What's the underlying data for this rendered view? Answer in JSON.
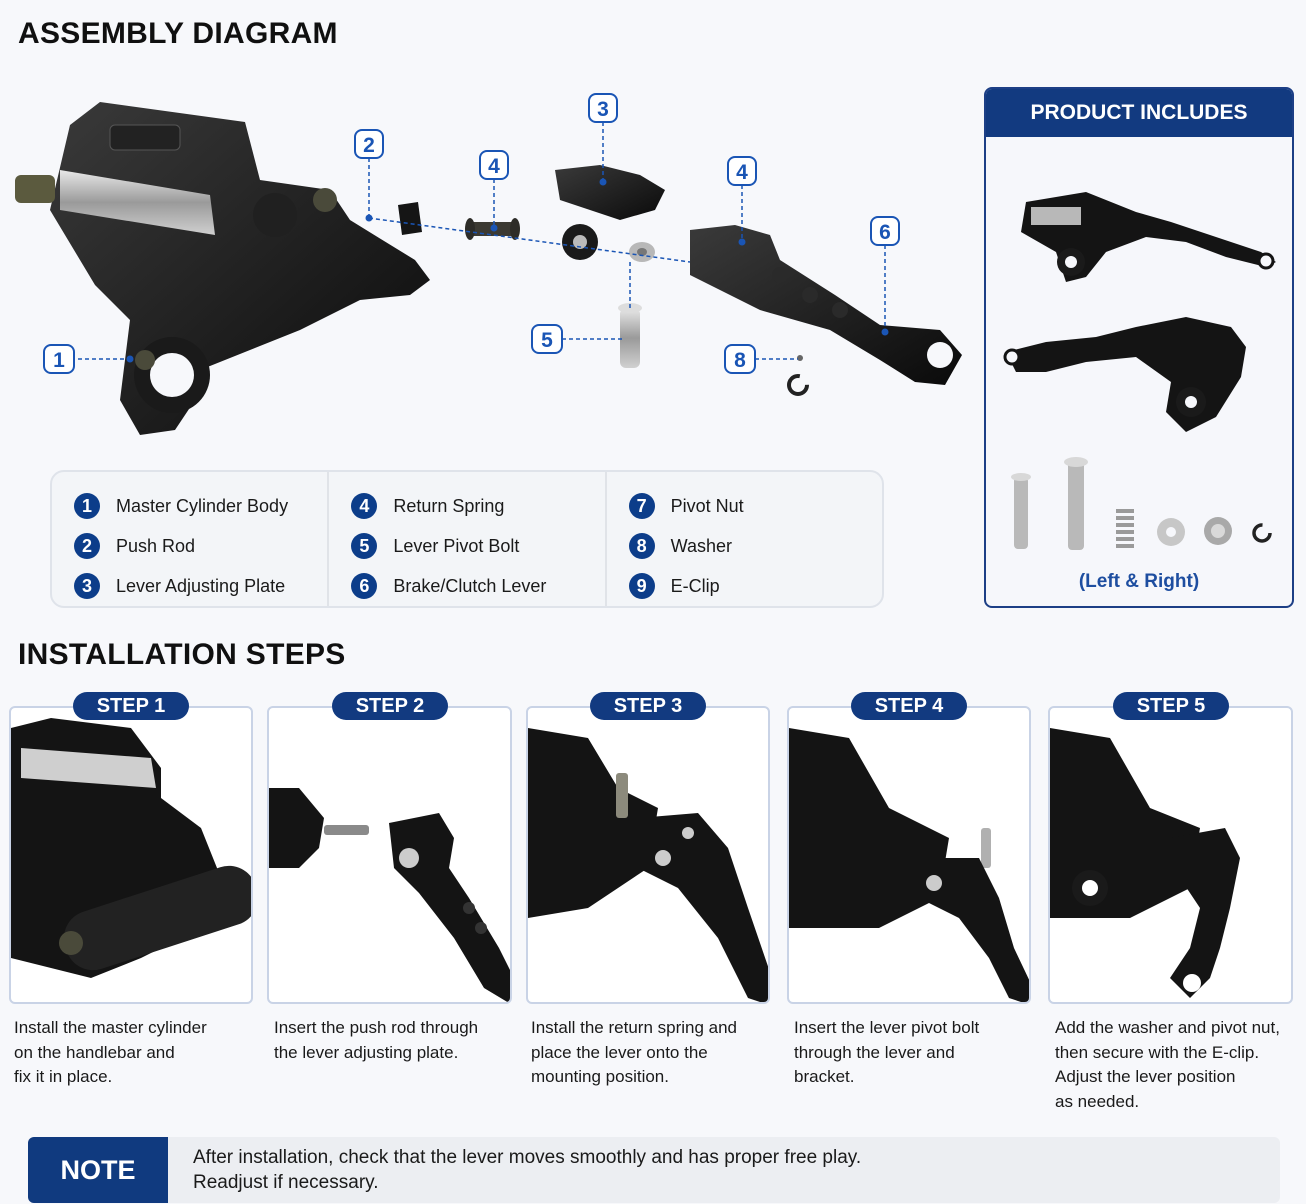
{
  "assembly": {
    "title": "ASSEMBLY DIAGRAM",
    "callouts": [
      "1",
      "2",
      "3",
      "4",
      "4",
      "5",
      "6",
      "8"
    ]
  },
  "legend": {
    "items": [
      {
        "num": "1",
        "label": "Master Cylinder Body"
      },
      {
        "num": "2",
        "label": "Push Rod"
      },
      {
        "num": "3",
        "label": "Lever Adjusting Plate"
      },
      {
        "num": "4",
        "label": "Return Spring"
      },
      {
        "num": "5",
        "label": "Lever Pivot Bolt"
      },
      {
        "num": "6",
        "label": "Brake/Clutch Lever"
      },
      {
        "num": "7",
        "label": "Pivot Nut"
      },
      {
        "num": "8",
        "label": "Washer"
      },
      {
        "num": "9",
        "label": "E-Clip"
      }
    ]
  },
  "includes": {
    "title": "PRODUCT INCLUDES",
    "footer": "(Left & Right)"
  },
  "installation": {
    "title": "INSTALLATION STEPS",
    "steps": [
      {
        "label": "STEP 1",
        "text": "Install the master cylinder\non the handlebar and\nfix it in place."
      },
      {
        "label": "STEP 2",
        "text": "Insert the push rod through\nthe lever adjusting plate."
      },
      {
        "label": "STEP 3",
        "text": "Install the return spring and\nplace the lever onto the\nmounting position."
      },
      {
        "label": "STEP 4",
        "text": "Insert the lever pivot bolt\nthrough the lever and\nbracket."
      },
      {
        "label": "STEP 5",
        "text": "Add the washer and pivot nut,\nthen secure with the E-clip.\nAdjust the lever position\nas needed."
      }
    ]
  },
  "note": {
    "tag": "NOTE",
    "text": "After installation, check that the lever moves smoothly and has proper free play.\nReadjust if necessary."
  },
  "colors": {
    "accent": "#123a80",
    "callout": "#1a55b5",
    "part": "#141414"
  }
}
